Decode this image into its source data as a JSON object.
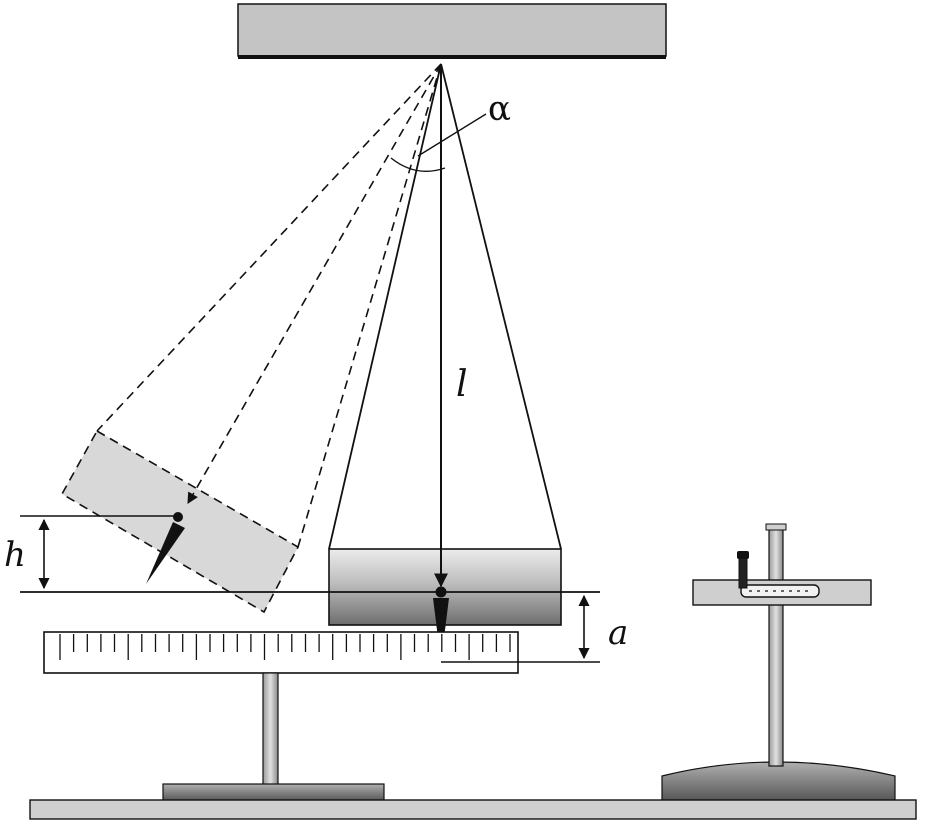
{
  "labels": {
    "alpha": "α",
    "length": "l",
    "height": "h",
    "offset": "a"
  },
  "colors": {
    "stroke": "#111111",
    "ceiling_fill": "#c4c4c4",
    "block_light": "#e6e6e6",
    "block_dark": "#7e7e7e",
    "ghost_fill": "#d8d8d8",
    "ruler_fill": "#ffffff",
    "base_fill": "#cfcfcf",
    "pedestal_fill": "#7a7a7a",
    "rod_fill": "#bdbdbd"
  }
}
